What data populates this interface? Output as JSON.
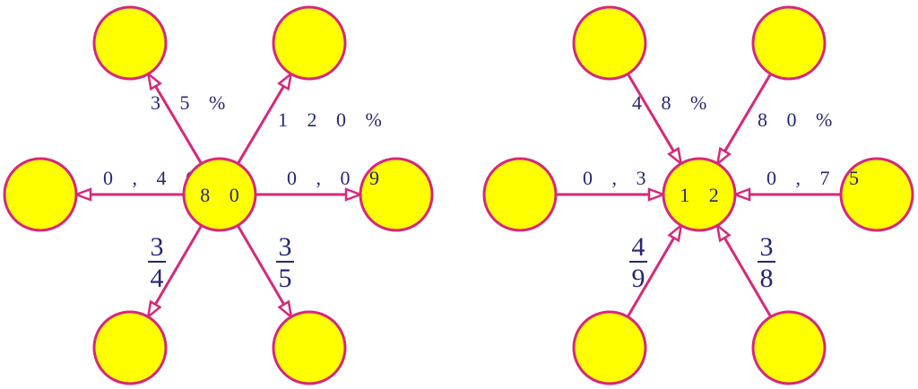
{
  "colors": {
    "node_fill": "#ffff00",
    "node_stroke": "#d6287a",
    "edge": "#d6287a",
    "text": "#262673"
  },
  "diagrams": [
    {
      "id": "left",
      "center_label": "8 0",
      "direction": "outward",
      "spokes": [
        {
          "id": "up-left",
          "label": "3 5 %"
        },
        {
          "id": "up-right",
          "label": "1 2 0 %"
        },
        {
          "id": "left",
          "label": "0 , 4 6"
        },
        {
          "id": "right",
          "label": "0 , 0 9"
        },
        {
          "id": "down-left",
          "fraction": {
            "num": "3",
            "den": "4"
          }
        },
        {
          "id": "down-right",
          "fraction": {
            "num": "3",
            "den": "5"
          }
        }
      ]
    },
    {
      "id": "right",
      "center_label": "1 2",
      "direction": "inward",
      "spokes": [
        {
          "id": "up-left",
          "label": "4 8 %"
        },
        {
          "id": "up-right",
          "label": "8 0 %"
        },
        {
          "id": "left",
          "label": "0 , 3"
        },
        {
          "id": "right",
          "label": "0 , 7 5"
        },
        {
          "id": "down-left",
          "fraction": {
            "num": "4",
            "den": "9"
          }
        },
        {
          "id": "down-right",
          "fraction": {
            "num": "3",
            "den": "8"
          }
        }
      ]
    }
  ]
}
